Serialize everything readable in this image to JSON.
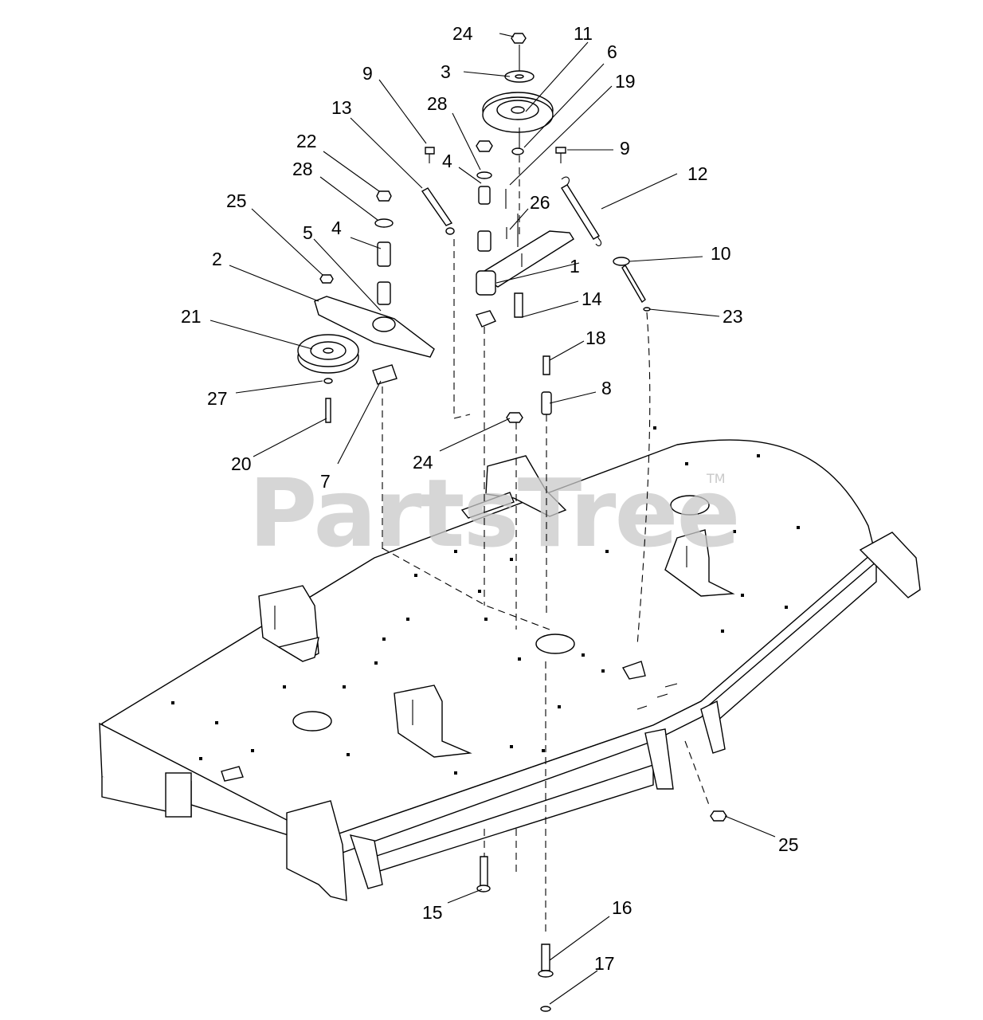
{
  "watermark": {
    "brand": "PartsTree",
    "trademark": "TM"
  },
  "callouts": [
    "24",
    "11",
    "3",
    "6",
    "19",
    "9",
    "28",
    "13",
    "22",
    "4",
    "26",
    "12",
    "9",
    "28",
    "25",
    "5",
    "4",
    "1",
    "10",
    "2",
    "14",
    "23",
    "21",
    "18",
    "8",
    "27",
    "24",
    "20",
    "7",
    "25",
    "15",
    "16",
    "17"
  ]
}
